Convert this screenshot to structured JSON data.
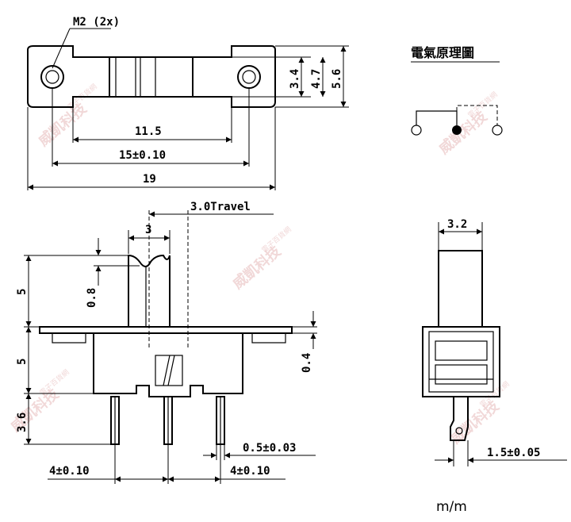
{
  "schematic": {
    "title": "電氣原理圖"
  },
  "top_view": {
    "hole_label": "M2 (2x)",
    "dim_width_inner": "11.5",
    "dim_hole_pitch": "15±0.10",
    "dim_total_length": "19",
    "dim_slot_height": "3.4",
    "dim_body_height": "4.7",
    "dim_plate_height": "5.6"
  },
  "front_view": {
    "travel_label": "3.0Travel",
    "actuator_width": "3",
    "dim_actuator_height": "5",
    "dim_notch": "0.8",
    "dim_body_height": "5",
    "dim_pin_length": "3.6",
    "dim_plate_thickness": "0.4",
    "dim_pin_width": "0.5±0.03",
    "dim_pin_pitch_left": "4±0.10",
    "dim_pin_pitch_right": "4±0.10"
  },
  "side_view": {
    "actuator_width": "3.2",
    "dim_pin_width": "1.5±0.05"
  },
  "unit_label": "m/m",
  "watermark": {
    "text": "威凱科技",
    "sub": "電子百貨網"
  },
  "colors": {
    "line": "#000000",
    "watermark": "#e6b9b9"
  }
}
